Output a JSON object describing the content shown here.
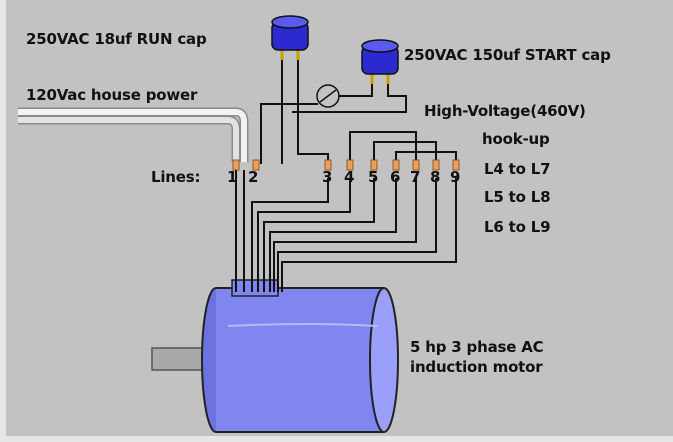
{
  "labels": {
    "run_cap": "250VAC 18uf RUN cap",
    "start_cap": "250VAC 150uf START cap",
    "house_power": "120Vac house power",
    "high_voltage": "High-Voltage(460V)",
    "hookup": "hook-up",
    "l4_l7": "L4 to L7",
    "l5_l8": "L5 to L8",
    "l6_l9": "L6 to L9",
    "lines": "Lines:",
    "motor_line1": "5 hp 3 phase AC",
    "motor_line2": "induction motor"
  },
  "terminals": [
    "1",
    "2",
    "3",
    "4",
    "5",
    "6",
    "7",
    "8",
    "9"
  ],
  "colors": {
    "background": "#c2c2c2",
    "motor_body": "#7f86f0",
    "motor_end": "#9aa0fa",
    "capacitor": "#2a2ad0",
    "wire": "#111111",
    "terminal": "#e8a060",
    "cord": "#e8e8e8"
  }
}
